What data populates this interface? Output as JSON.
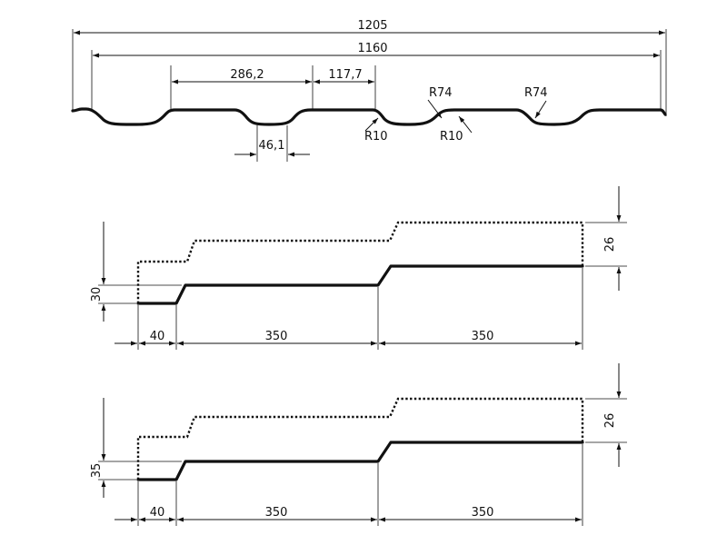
{
  "profile": {
    "total_width": "1205",
    "useful_width": "1160",
    "wave_pitch": "286,2",
    "top_segment": "117,7",
    "trough_width": "46,1",
    "radius_large_left": "R74",
    "radius_large_right": "R74",
    "radius_small_left": "R10",
    "radius_small_right": "R10"
  },
  "step_a": {
    "step_height": "30",
    "rise": "26",
    "first_span": "40",
    "second_span": "350",
    "third_span": "350"
  },
  "step_b": {
    "step_height": "35",
    "rise": "26",
    "first_span": "40",
    "second_span": "350",
    "third_span": "350"
  }
}
